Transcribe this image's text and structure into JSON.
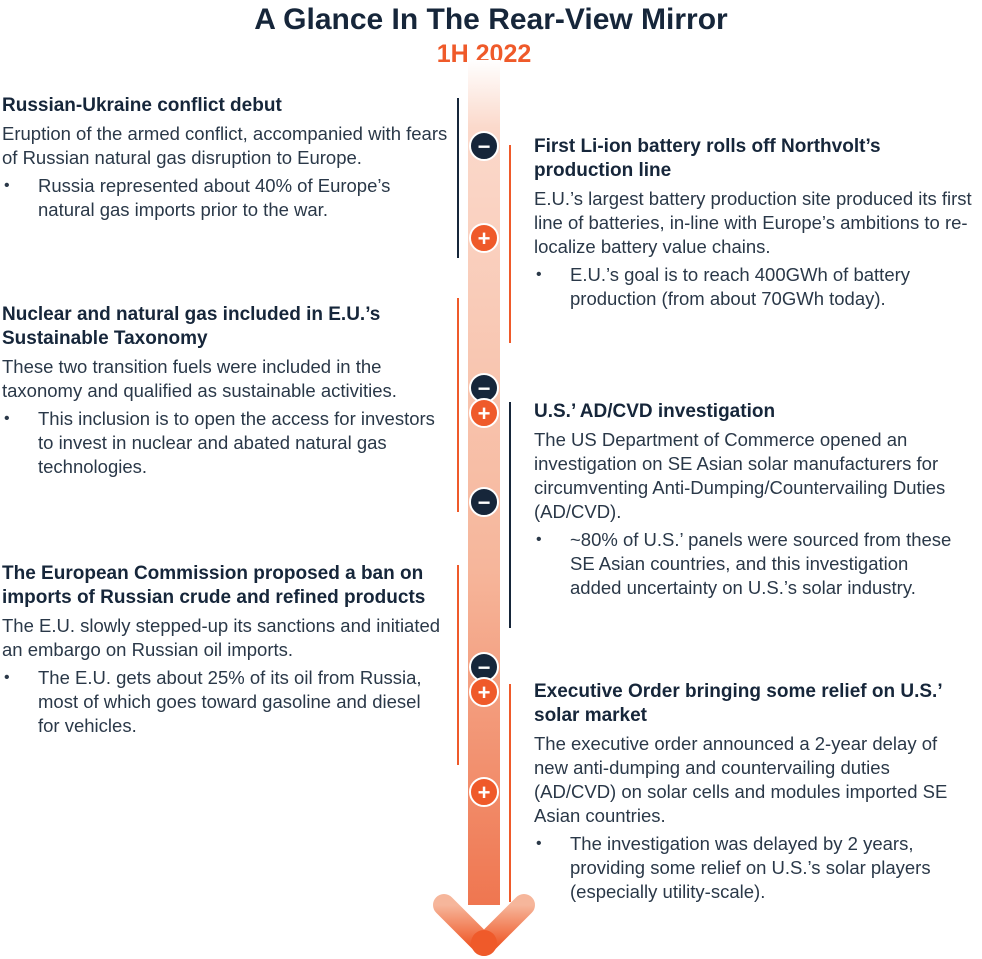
{
  "title": "A Glance In The Rear-View Mirror",
  "subtitle": "1H 2022",
  "colors": {
    "navy": "#16263a",
    "orange": "#ef5a2a",
    "spine_light": "#f8c8b4"
  },
  "icons": {
    "minus": "−",
    "plus": "+",
    "bullet": "•"
  },
  "events": [
    {
      "heading": "Russian-Ukraine conflict debut",
      "desc": "Eruption of the armed conflict, accompanied with fears of Russian natural gas disruption to Europe.",
      "bullet": "Russia represented about 40% of Europe’s natural gas imports prior to the war."
    },
    {
      "heading": "First Li-ion battery rolls off Northvolt’s production line",
      "desc": "E.U.’s largest battery production site produced its first line of batteries, in-line with Europe’s ambitions to re-localize battery value chains.",
      "bullet": "E.U.’s goal is to reach 400GWh of battery production (from about 70GWh today)."
    },
    {
      "heading": "Nuclear and natural gas included in E.U.’s Sustainable Taxonomy",
      "desc": "These two transition fuels were included in the taxonomy and qualified as sustainable activities.",
      "bullet": "This inclusion is to open the access for investors to invest in nuclear and abated natural gas technologies."
    },
    {
      "heading": "U.S.’ AD/CVD investigation",
      "desc": "The US Department of Commerce opened an investigation on SE Asian solar manufacturers for circumventing Anti-Dumping/Countervailing Duties (AD/CVD).",
      "bullet": "~80% of U.S.’ panels were sourced from these SE Asian countries, and this investigation added uncertainty on U.S.’s solar industry."
    },
    {
      "heading": "The European Commission proposed a ban on imports of Russian crude and refined products",
      "desc": "The E.U.  slowly stepped-up its sanctions and initiated an embargo on Russian oil imports.",
      "bullet": "The E.U. gets about 25% of its oil from Russia, most of which goes toward gasoline and diesel for vehicles."
    },
    {
      "heading": "Executive Order bringing some relief on U.S.’ solar market",
      "desc": "The executive order announced a 2-year delay of new anti-dumping and countervailing duties (AD/CVD) on solar cells and modules imported SE Asian countries.",
      "bullet": "The investigation was delayed by 2 years, providing some relief on U.S.’s solar players (especially utility-scale)."
    }
  ],
  "markers": [
    "minus",
    "plus",
    "minus",
    "plus",
    "minus",
    "minus",
    "plus",
    "plus"
  ]
}
